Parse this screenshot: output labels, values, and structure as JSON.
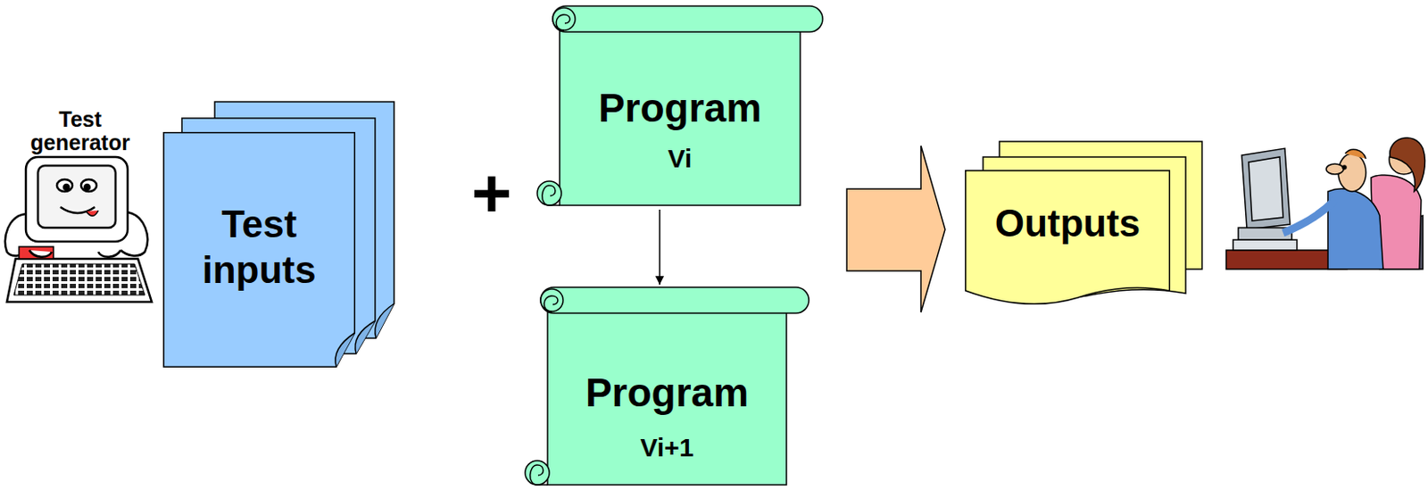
{
  "diagram": {
    "nodes": [
      {
        "text": [
          "Test inputs"
        ]
      },
      {
        "text": [
          "Program",
          "Vi"
        ]
      },
      {
        "text": [
          "Program",
          "Vi+1"
        ]
      },
      {
        "text": [
          "Outputs"
        ]
      }
    ],
    "edges": [
      {
        "from": 1,
        "to": 2,
        "arrow": "to"
      }
    ],
    "labels": [
      "Test generator",
      "+"
    ]
  }
}
